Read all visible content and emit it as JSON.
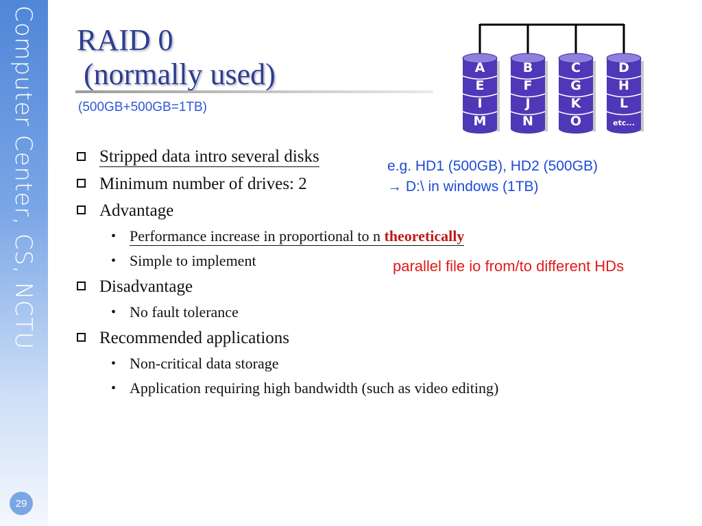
{
  "sidebar": {
    "text": "Computer Center, CS, NCTU",
    "page_number": "29"
  },
  "slide": {
    "title_line1": "RAID 0",
    "title_line2": "(normally used)",
    "capacity": "(500GB+500GB=1TB)"
  },
  "disks": [
    {
      "letters": [
        "A",
        "E",
        "I",
        "M"
      ]
    },
    {
      "letters": [
        "B",
        "F",
        "J",
        "N"
      ]
    },
    {
      "letters": [
        "C",
        "G",
        "K",
        "O"
      ]
    },
    {
      "letters": [
        "D",
        "H",
        "L",
        "etc..."
      ]
    }
  ],
  "bullets": {
    "b1": "Stripped data intro several disks",
    "b2": "Minimum number of drives: 2",
    "b3": "Advantage",
    "b3_s1_text": "Performance increase in proportional to n ",
    "b3_s1_emph": "theoretically",
    "b3_s2": "Simple to implement",
    "b4": "Disadvantage",
    "b4_s1": "No fault tolerance",
    "b5": "Recommended applications",
    "b5_s1": "Non-critical data storage",
    "b5_s2": "Application requiring high bandwidth (such as video editing)"
  },
  "notes": {
    "example_line1": "e.g. HD1 (500GB), HD2 (500GB)",
    "example_line2": "→ D:\\ in windows (1TB)",
    "parallel": "parallel file io from/to different HDs"
  },
  "colors": {
    "title": "#2e3d8f",
    "accent_blue": "#2f57d8",
    "disk_purple": "#4f38b8",
    "emphasis_red": "#c01818"
  }
}
